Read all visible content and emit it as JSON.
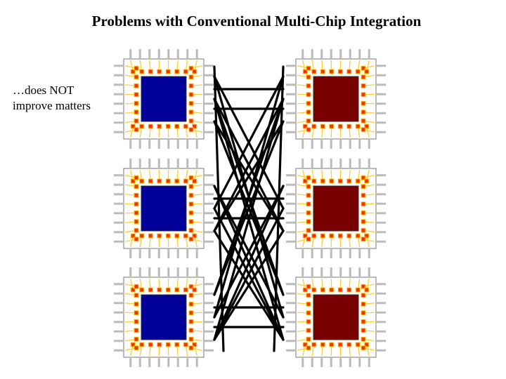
{
  "slide": {
    "title": "Problems with Conventional Multi-Chip Integration",
    "side_note": "…does NOT improve matters"
  },
  "diagram": {
    "left_column": {
      "chip_color": "#000099",
      "rows": 3
    },
    "right_column": {
      "chip_color": "#7a0000",
      "rows": 3
    },
    "pad_color": "#ee3311",
    "pad_border_color": "#ffcc00",
    "bond_wire_color": "#ffcc33",
    "lead_color": "#bbbbbb",
    "package_outline_color": "#777777",
    "interconnect_color": "#000000"
  }
}
